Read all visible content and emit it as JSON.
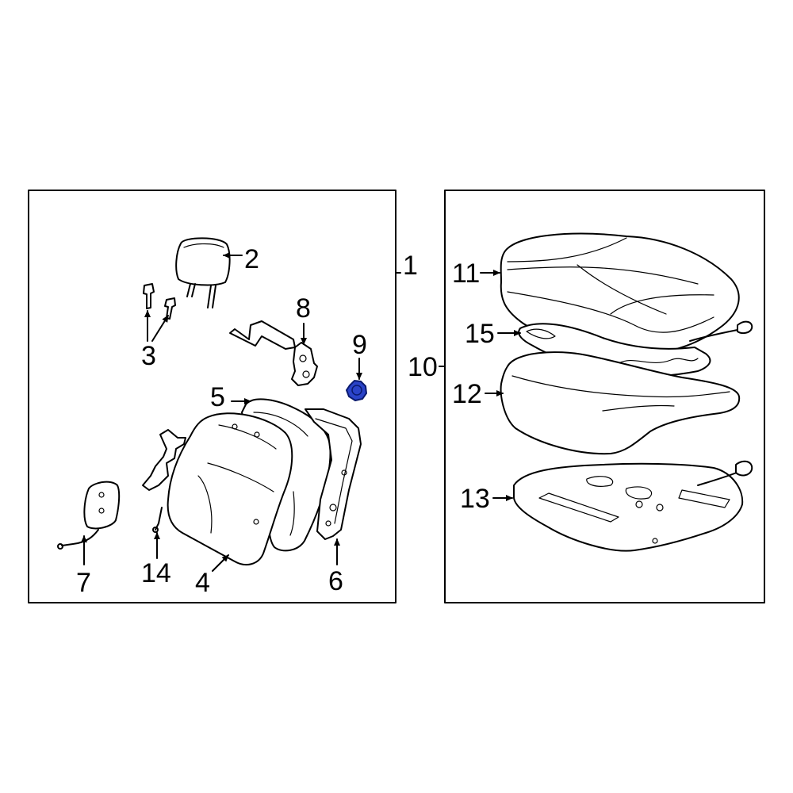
{
  "diagram": {
    "highlight_color": "#2a43c8",
    "line_color": "#000000",
    "background": "#ffffff",
    "callouts": {
      "c1": "1",
      "c2": "2",
      "c3": "3",
      "c4": "4",
      "c5": "5",
      "c6": "6",
      "c7": "7",
      "c8": "8",
      "c9": "9",
      "c10": "10",
      "c11": "11",
      "c12": "12",
      "c13": "13",
      "c14": "14",
      "c15": "15"
    },
    "highlighted_part": "9"
  }
}
